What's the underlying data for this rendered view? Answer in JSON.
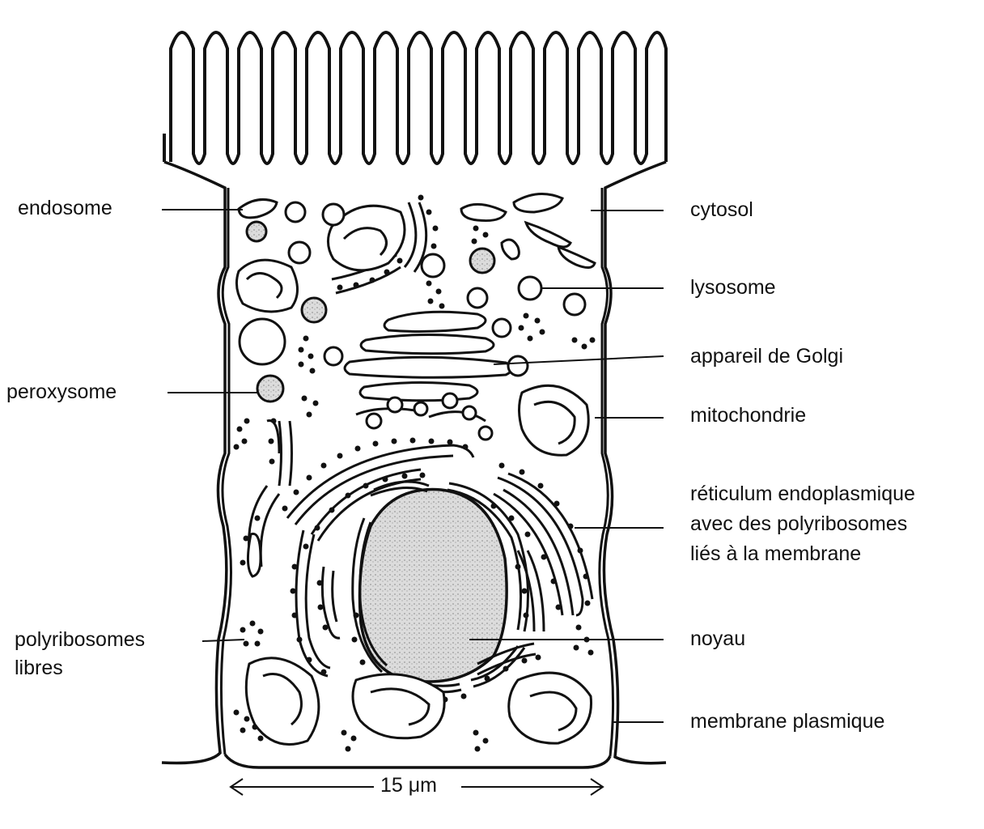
{
  "labels": {
    "endosome": "endosome",
    "peroxysome": "peroxysome",
    "polyribosomes_line1": "polyribosomes",
    "polyribosomes_line2": "libres",
    "cytosol": "cytosol",
    "lysosome": "lysosome",
    "golgi": "appareil de Golgi",
    "mitochondrie": "mitochondrie",
    "reticulum_line1": "réticulum endoplasmique",
    "reticulum_line2": "avec des polyribosomes",
    "reticulum_line3": "liés à la membrane",
    "noyau": "noyau",
    "membrane": "membrane plasmique"
  },
  "scale_bar": {
    "text": "15 μm"
  },
  "colors": {
    "ink": "#111111",
    "nucleus": "#c8c8c8",
    "background": "#ffffff"
  }
}
